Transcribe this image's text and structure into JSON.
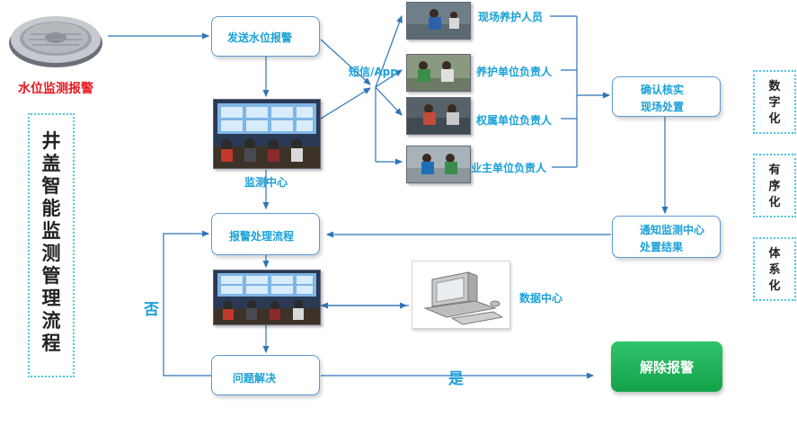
{
  "title_left": "水位监测报警",
  "vertical_title": [
    "井",
    "盖",
    "智",
    "能",
    "监",
    "测",
    "管",
    "理",
    "流",
    "程"
  ],
  "steps": {
    "send_alarm": "发送水位报警",
    "monitor_center": "监测中心",
    "sms_app": "短信/App",
    "alarm_process": "报警处理流程",
    "problem_solved": "问题解决",
    "data_center": "数据中心",
    "confirm_line1": "确认核实",
    "confirm_line2": "现场处置",
    "notify_line1": "通知监测中心",
    "notify_line2": "处置结果",
    "release": "解除报警",
    "yes": "是",
    "no": "否"
  },
  "recipients": [
    "现场养护人员",
    "养护单位负责人",
    "权属单位负责人",
    "业主单位负责人"
  ],
  "side_tags": [
    [
      "数",
      "字",
      "化"
    ],
    [
      "有",
      "序",
      "化"
    ],
    [
      "体",
      "系",
      "化"
    ]
  ],
  "colors": {
    "accent": "#1ba1d8",
    "arrow": "#2e75b6",
    "title_red": "#e8171f",
    "release_green": "#18aa52"
  }
}
